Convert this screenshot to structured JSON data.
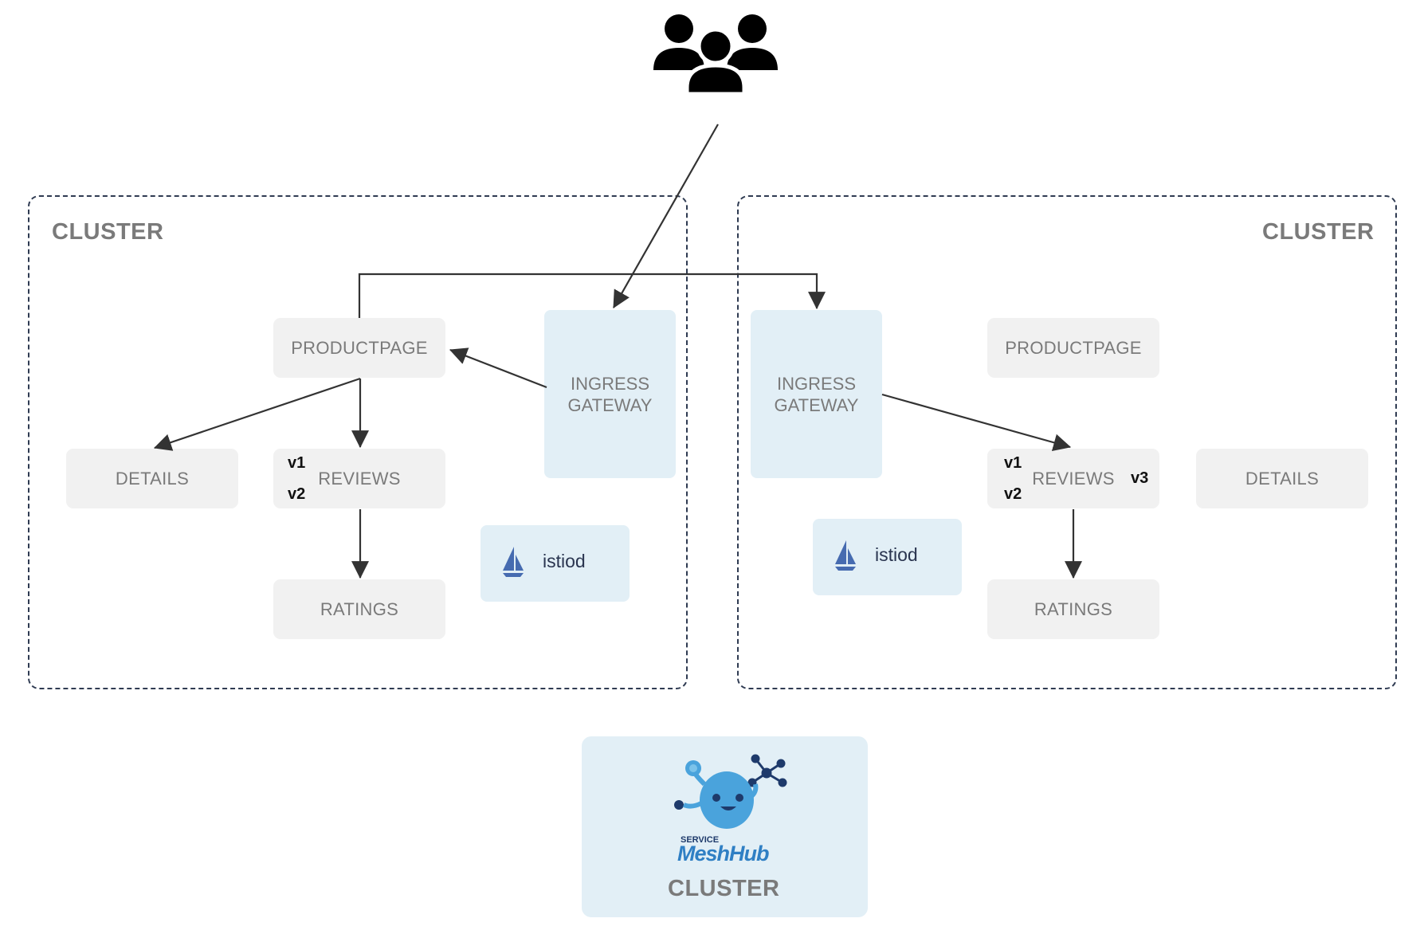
{
  "clusters": {
    "left": {
      "title": "CLUSTER",
      "productpage": "PRODUCTPAGE",
      "details": "DETAILS",
      "reviews": "REVIEWS",
      "reviews_versions": [
        "v1",
        "v2"
      ],
      "ratings": "RATINGS",
      "ingress_line1": "INGRESS",
      "ingress_line2": "GATEWAY",
      "istiod": "istiod"
    },
    "right": {
      "title": "CLUSTER",
      "productpage": "PRODUCTPAGE",
      "details": "DETAILS",
      "reviews": "REVIEWS",
      "reviews_versions": [
        "v1",
        "v2",
        "v3"
      ],
      "ratings": "RATINGS",
      "ingress_line1": "INGRESS",
      "ingress_line2": "GATEWAY",
      "istiod": "istiod"
    },
    "management": {
      "logo_small": "SERVICE",
      "logo_main": "MeshHub",
      "title": "CLUSTER"
    }
  },
  "colors": {
    "border": "#2f3b52",
    "service_bg": "#f1f1f1",
    "gateway_bg": "#e2eff6",
    "label": "#7a7a7a",
    "arrow": "#333333",
    "brand_blue": "#2f7fc4"
  },
  "icons": [
    "users-icon",
    "istio-sail-icon",
    "meshhub-mascot-icon"
  ]
}
